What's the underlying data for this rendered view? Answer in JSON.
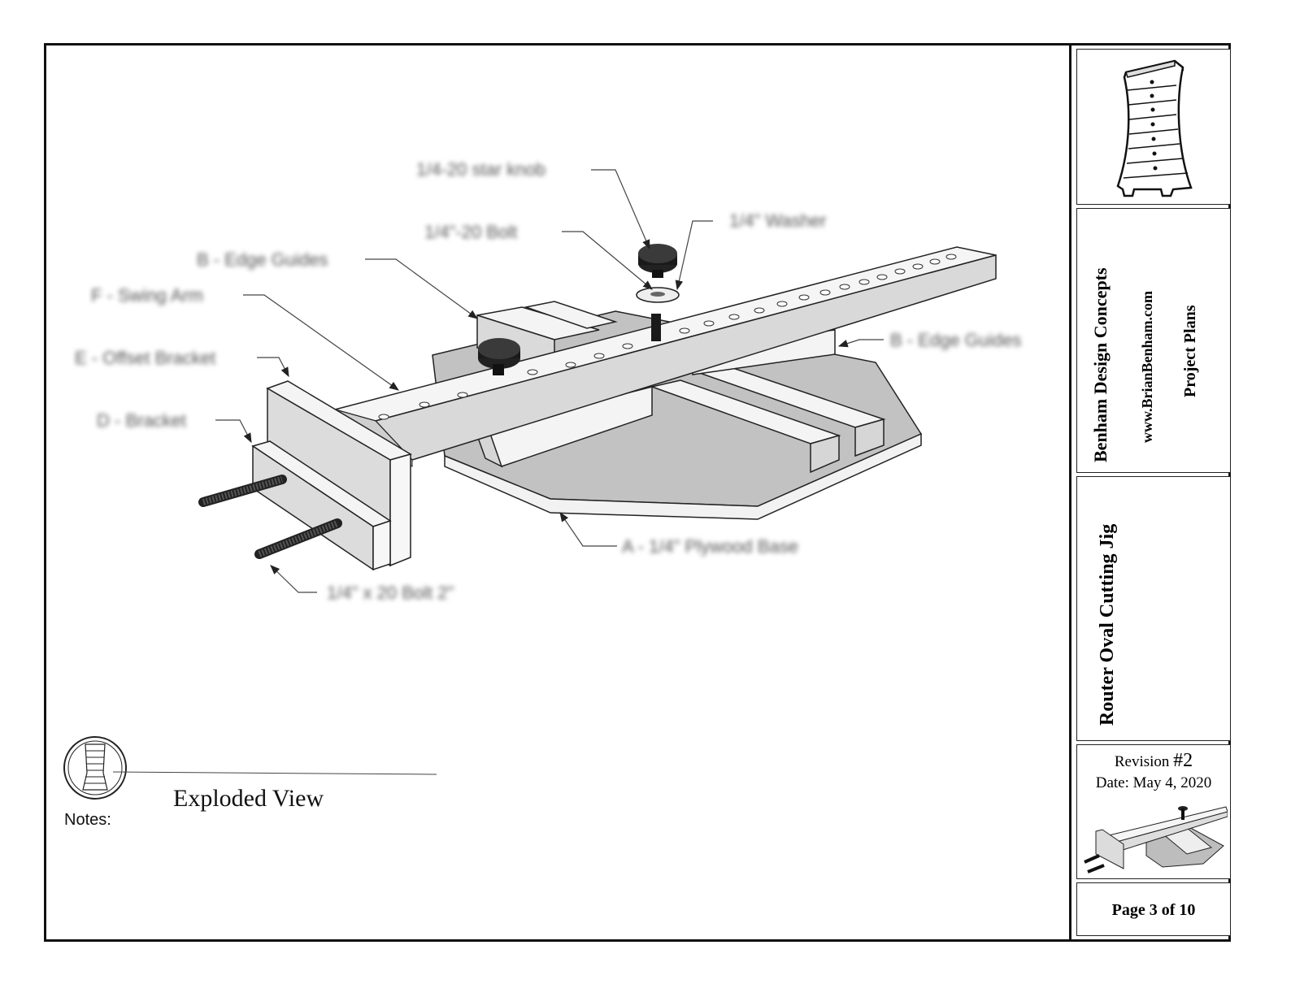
{
  "title_block": {
    "company": "Benham Design Concepts",
    "website": "www.BrianBenham.com",
    "subtitle": "Project Plans",
    "project_title": "Router Oval Cutting Jig",
    "revision_prefix": "Revision ",
    "revision_number": "#2",
    "date": "Date: May 4, 2020",
    "page": "Page 3 of 10"
  },
  "view": {
    "title": "Exploded View",
    "notes_label": "Notes:"
  },
  "callouts": [
    "1/4-20 star knob",
    "1/4\" Washer",
    "1/4\"-20 Bolt",
    "B - Edge Guides",
    "F - Swing Arm",
    "E - Offset Bracket",
    "D - Bracket",
    "B - Edge Guides",
    "A - 1/4\" Plywood Base",
    "1/4\" x 20 Bolt 2\""
  ],
  "colors": {
    "border": "#111111",
    "wood_face": "#f4f4f4",
    "wood_side": "#cfcfcf",
    "base_top": "#bdbdbd",
    "knob": "#1c1c1c"
  }
}
